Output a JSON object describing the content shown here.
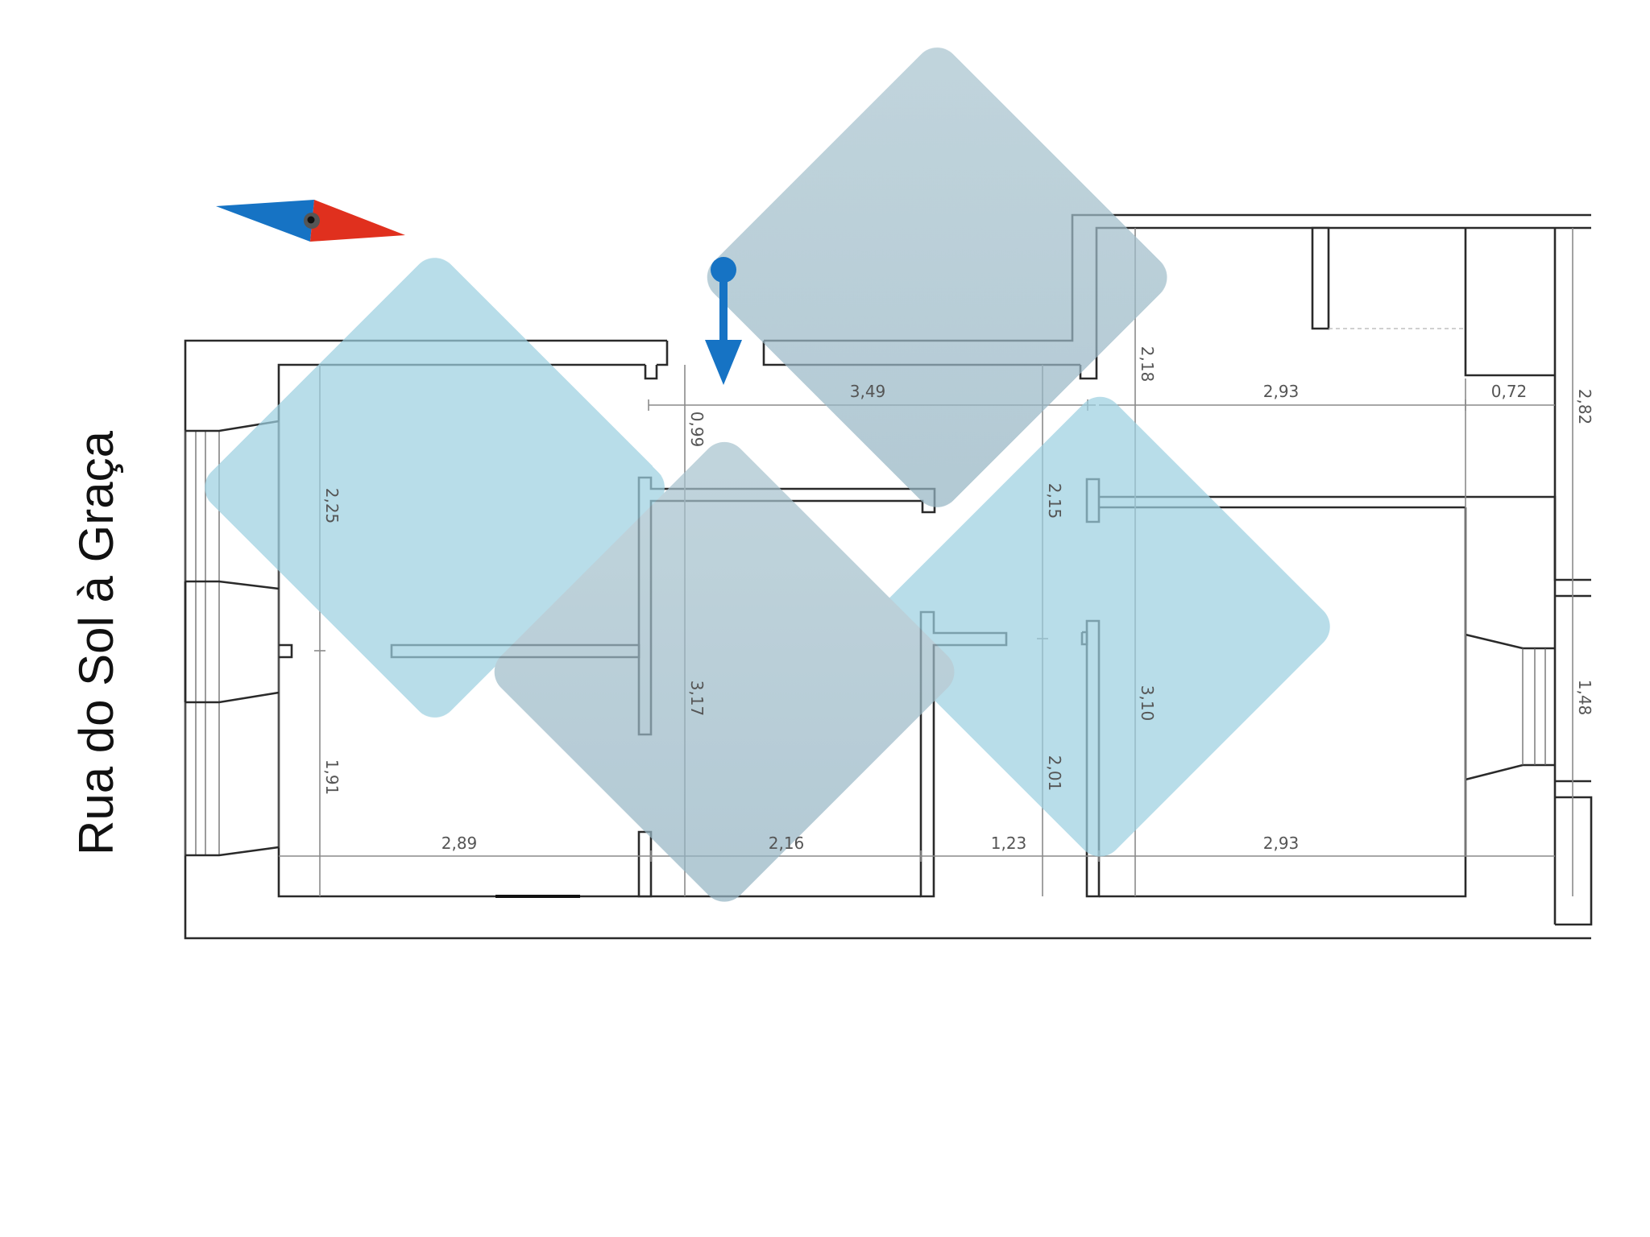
{
  "street_label": "Rua do Sol à Graça",
  "dimensions": {
    "top_corridor": "3,49",
    "right_top_room": "2,93",
    "right_top_small": "0,72",
    "right_edge_top": "2,82",
    "right_edge_bottom": "1,48",
    "left_upper_height": "2,25",
    "left_lower_height": "1,91",
    "entry_depth": "0,99",
    "center_height": "3,17",
    "corridor_height": "2,15",
    "top_right_height": "2,18",
    "right_room_height": "3,10",
    "bath_height": "2,01",
    "bottom_left": "2,89",
    "bottom_center": "2,16",
    "bottom_bath": "1,23",
    "bottom_right": "2,93"
  },
  "colors": {
    "compass_north": "#e0301e",
    "compass_south": "#1673c4",
    "entrance_arrow": "#1673c4",
    "watermark_light": "#a8d4e2",
    "watermark_dark": "#9bbac8"
  },
  "icons": {
    "compass": "compass-needle-icon",
    "entrance": "entrance-arrow-icon",
    "watermark": "brand-logo-watermark"
  }
}
